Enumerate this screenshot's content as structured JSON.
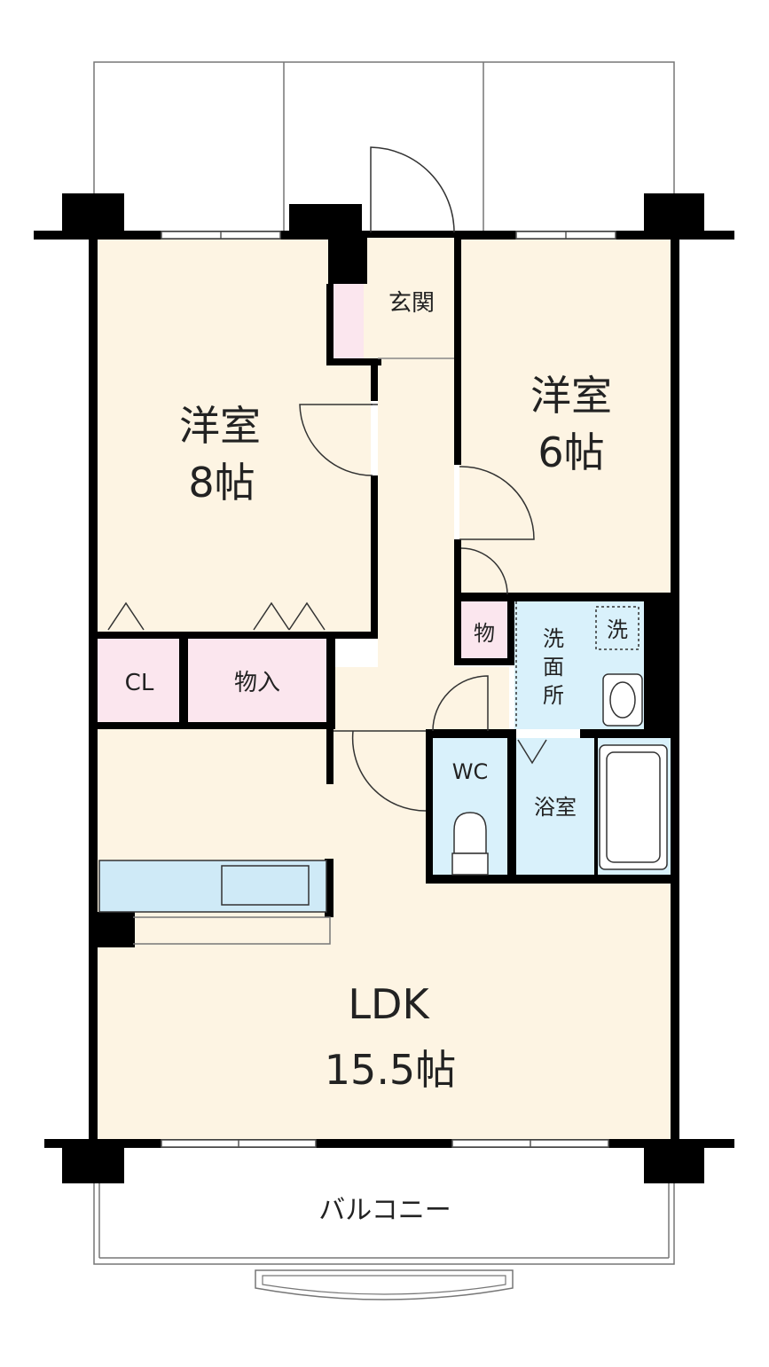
{
  "rooms": {
    "western_8": {
      "name": "洋室",
      "size": "8帖"
    },
    "western_6": {
      "name": "洋室",
      "size": "6帖"
    },
    "entrance": {
      "name": "玄関"
    },
    "closet": {
      "name": "CL"
    },
    "storage": {
      "name": "物入"
    },
    "mono": {
      "name": "物"
    },
    "washroom": {
      "name_lines": [
        "洗",
        "面",
        "所"
      ]
    },
    "washer": {
      "name": "洗"
    },
    "wc": {
      "name": "WC"
    },
    "bath": {
      "name": "浴室"
    },
    "ldk": {
      "name": "LDK",
      "size": "15.5帖"
    },
    "balcony": {
      "name": "バルコニー"
    }
  },
  "colors": {
    "room_cream": "#fdf4e3",
    "wet_blue": "#d9f1fb",
    "storage_pink": "#fbe6ee",
    "wall": "#000000",
    "line": "#555555"
  }
}
